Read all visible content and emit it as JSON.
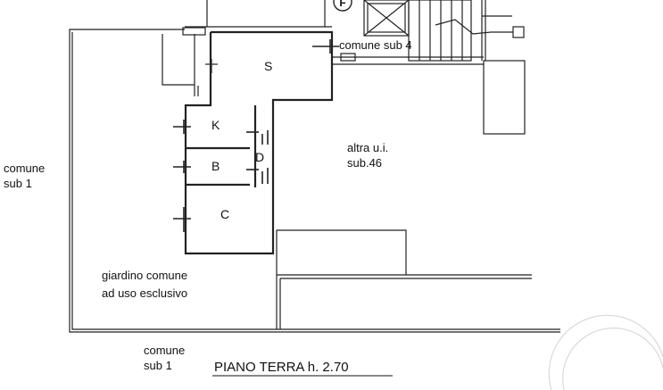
{
  "labels": {
    "room_s": "S",
    "room_k": "K",
    "room_b": "B",
    "room_d": "D",
    "room_c": "C",
    "stair_f": "F",
    "comune_sub4": "comune sub 4",
    "altra_ui_line1": "altra u.i.",
    "altra_ui_line2": "sub.46",
    "comune_left_line1": "comune",
    "comune_left_line2": "sub 1",
    "garden_line1": "giardino comune",
    "garden_line2": "ad uso esclusivo",
    "comune_bottom_line1": "comune",
    "comune_bottom_line2": "sub 1",
    "floor_title": "PIANO TERRA h. 2.70"
  }
}
